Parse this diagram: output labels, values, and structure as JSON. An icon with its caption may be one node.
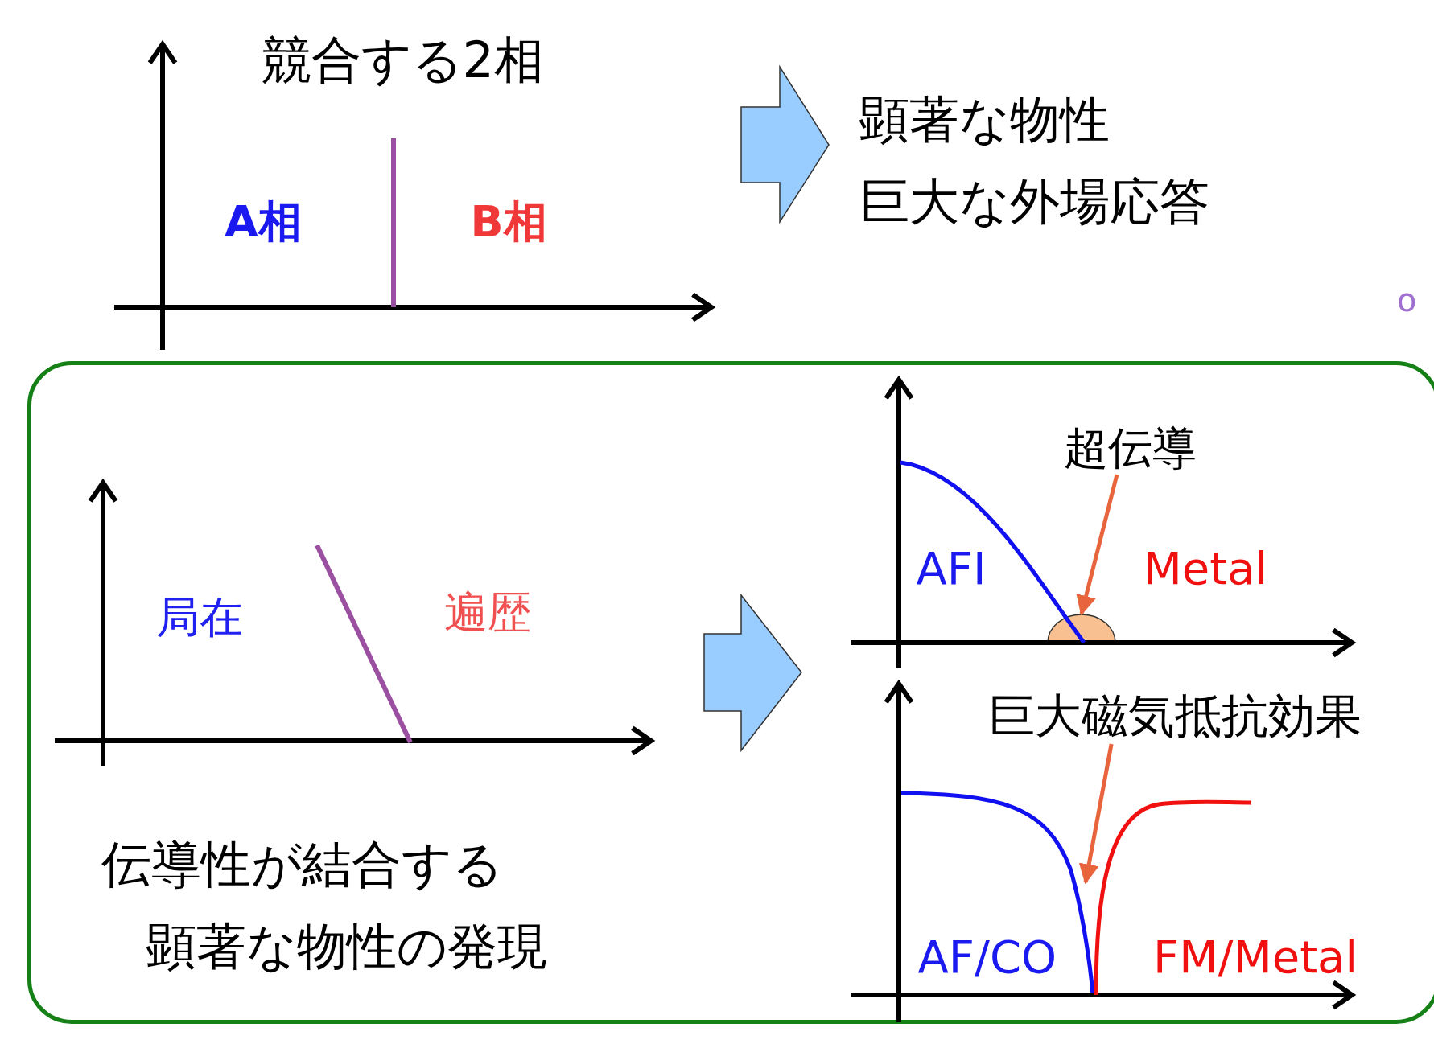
{
  "diagram": {
    "nodes": [
      {
        "text": [
          "顕著な物性",
          "巨大な外場応答"
        ]
      },
      {
        "text": [
          "伝導性が結合する顕著な物性の発現"
        ]
      },
      {
        "text": [
          "超伝導"
        ],
        "in": 1
      },
      {
        "text": [],
        "shape": "semicircle",
        "in": 1
      },
      {
        "text": [
          "巨大磁気抵抗効果"
        ],
        "in": 1
      },
      {
        "text": [],
        "shape": "curve",
        "in": 1
      }
    ],
    "edges": [
      {
        "from": null,
        "to": 0,
        "arrow": "to"
      },
      {
        "from": 2,
        "to": 3,
        "arrow": "to",
        "color": "#e8643c"
      },
      {
        "from": 4,
        "to": 5,
        "arrow": "to",
        "color": "#e8643c"
      }
    ],
    "labels": [
      "競合する2相",
      "A相",
      "B相",
      "o",
      "局在",
      "遍歴",
      "AFI",
      "Metal",
      "AF/CO",
      "FM/Metal"
    ]
  }
}
